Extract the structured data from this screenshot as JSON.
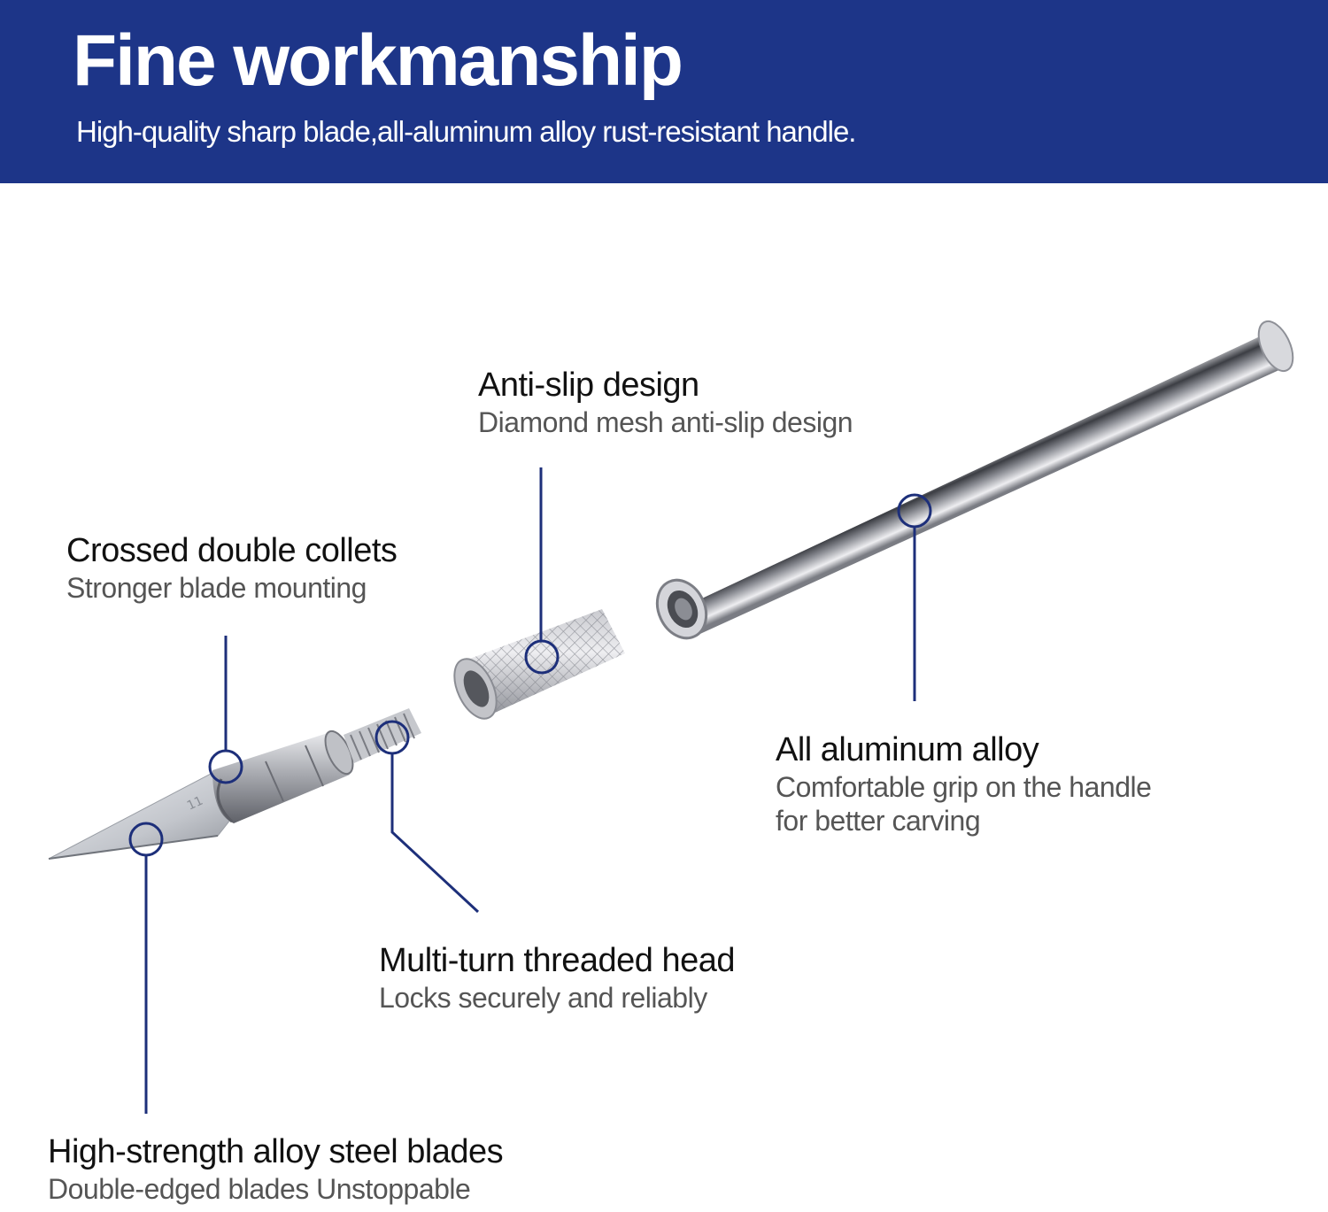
{
  "header": {
    "title": "Fine workmanship",
    "subtitle": "High-quality sharp blade,all-aluminum alloy rust-resistant handle."
  },
  "callouts": {
    "anti_slip": {
      "title": "Anti-slip design",
      "desc": "Diamond mesh anti-slip design"
    },
    "collets": {
      "title": "Crossed double collets",
      "desc": "Stronger blade mounting"
    },
    "aluminum": {
      "title": "All aluminum alloy",
      "desc_line1": "Comfortable grip on the handle",
      "desc_line2": "for better carving"
    },
    "threaded": {
      "title": "Multi-turn threaded head",
      "desc": "Locks securely and reliably"
    },
    "blades": {
      "title": "High-strength alloy steel blades",
      "desc": "Double-edged blades Unstoppable"
    }
  },
  "colors": {
    "banner": "#1d3588",
    "accent_line": "#1d2f7a",
    "metal_light": "#f4f4f6",
    "metal_dark": "#7d7f86"
  }
}
